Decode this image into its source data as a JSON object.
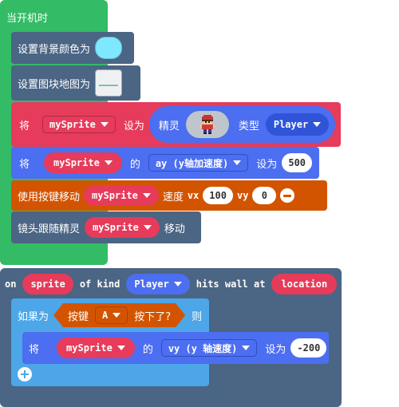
{
  "on_start": {
    "label": "当开机时",
    "set_bg_label": "设置背景颜色为",
    "set_tilemap_label": "设置图块地图为",
    "set_sprite": {
      "prefix": "将",
      "var": "mySprite",
      "as_label": "设为",
      "sprite_label": "精灵",
      "type_label": "类型",
      "type": "Player"
    },
    "set_ay": {
      "prefix": "将",
      "var": "mySprite",
      "of_label": "的",
      "prop": "ay (y轴加速度)",
      "to_label": "设为",
      "value": "500"
    },
    "move_buttons": {
      "label": "使用按键移动",
      "var": "mySprite",
      "speed_label": "速度",
      "vx_label": "vx",
      "vx": "100",
      "vy_label": "vy",
      "vy": "0"
    },
    "camera": {
      "label": "镜头跟随精灵",
      "var": "mySprite",
      "move_label": "移动"
    }
  },
  "hits_wall": {
    "on_label": "on",
    "sprite_param": "sprite",
    "of_kind_label": "of kind",
    "kind": "Player",
    "hits_wall_label": "hits wall at",
    "location_param": "location",
    "if_block": {
      "if_label": "如果为",
      "button_label": "按键",
      "button": "A",
      "pressed_label": "按下了?",
      "then_label": "则",
      "set_vy": {
        "prefix": "将",
        "var": "mySprite",
        "of_label": "的",
        "prop": "vy (y 轴速度)",
        "to_label": "设为",
        "value": "-200"
      }
    }
  },
  "colors": {
    "events_green": "#33bb66",
    "scene_slate": "#4b6584",
    "sprites_red": "#e63b5a",
    "controller_orange": "#d35400",
    "logic_blue": "#4da6e8",
    "bg_color_swatch": "#7fe8ff"
  }
}
